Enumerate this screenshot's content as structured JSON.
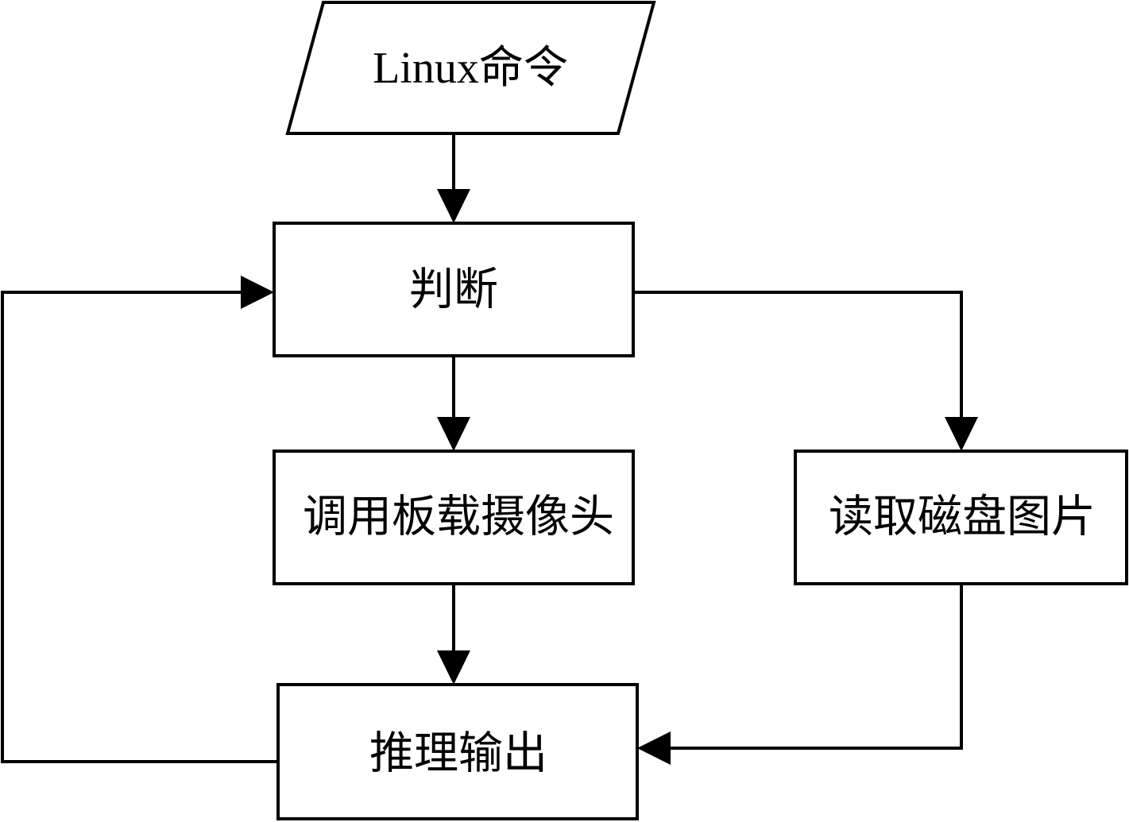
{
  "diagram": {
    "type": "flowchart",
    "nodes": {
      "input": {
        "label": "Linux命令",
        "shape": "parallelogram"
      },
      "decide": {
        "label": "判断",
        "shape": "rectangle"
      },
      "camera": {
        "label": "调用板载摄像头",
        "shape": "rectangle"
      },
      "disk": {
        "label": "读取磁盘图片",
        "shape": "rectangle"
      },
      "output": {
        "label": "推理输出",
        "shape": "rectangle"
      }
    },
    "edges": [
      {
        "from": "input",
        "to": "decide"
      },
      {
        "from": "decide",
        "to": "camera"
      },
      {
        "from": "decide",
        "to": "disk"
      },
      {
        "from": "camera",
        "to": "output"
      },
      {
        "from": "disk",
        "to": "output"
      },
      {
        "from": "output",
        "to": "decide"
      }
    ],
    "colors": {
      "stroke": "#000000",
      "fill": "#ffffff",
      "text": "#000000"
    }
  }
}
